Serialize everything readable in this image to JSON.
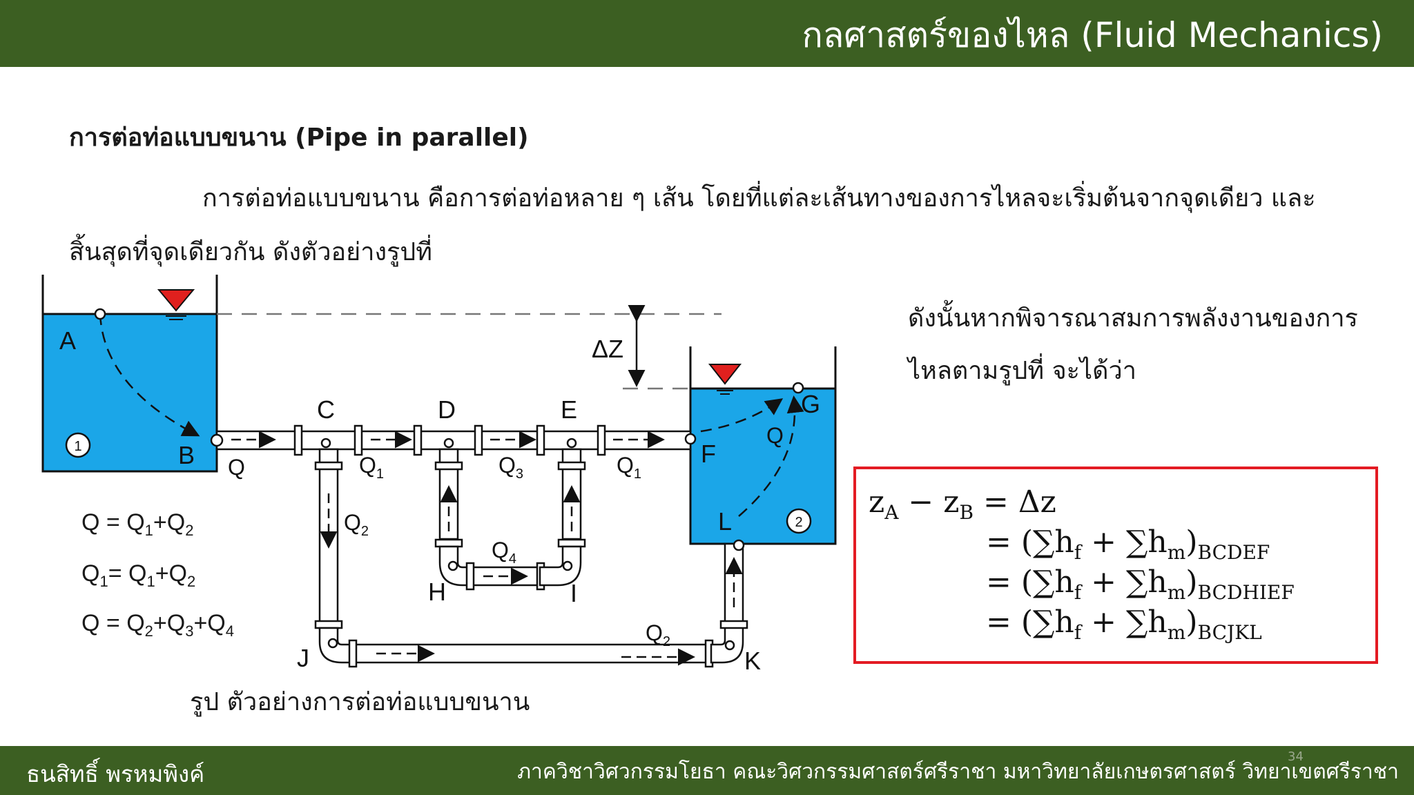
{
  "header": {
    "title": "กลศาสตร์ของไหล (Fluid Mechanics)"
  },
  "section": {
    "heading": "การต่อท่อแบบขนาน (Pipe in parallel)",
    "para_line1": "การต่อท่อแบบขนาน คือการต่อท่อหลาย ๆ เส้น โดยที่แต่ละเส้นทางของการไหลจะเริ่มต้นจากจุดเดียว และ",
    "para_line2": "สิ้นสุดที่จุดเดียวกัน ดังตัวอย่างรูปที่",
    "side_line1": "ดังนั้นหากพิจารณาสมการพลังงานของการ",
    "side_line2": "ไหลตามรูปที่ จะได้ว่า"
  },
  "diagram": {
    "points": {
      "A": "A",
      "B": "B",
      "C": "C",
      "D": "D",
      "E": "E",
      "F": "F",
      "G": "G",
      "H": "H",
      "I": "I",
      "J": "J",
      "K": "K",
      "L": "L"
    },
    "tank1": "1",
    "tank2": "2",
    "delta_z": "ΔZ",
    "flows": {
      "q": "Q",
      "q1_left": {
        "main": "Q",
        "sub": "1"
      },
      "q3": {
        "main": "Q",
        "sub": "3"
      },
      "q1_right": {
        "main": "Q",
        "sub": "1"
      },
      "q2_down": {
        "main": "Q",
        "sub": "2"
      },
      "q4": {
        "main": "Q",
        "sub": "4"
      },
      "q2_bottom": {
        "main": "Q",
        "sub": "2"
      },
      "q_tank2": "Q"
    },
    "colors": {
      "water": "#1ba6e8",
      "triangle": "#e0201e",
      "frame": "#111111"
    }
  },
  "equations": {
    "eq1": {
      "a": "Q = Q",
      "a_sub": "1",
      "b": "+Q",
      "b_sub": "2"
    },
    "eq2": {
      "a": "Q",
      "a_sub": "1",
      "b": "= Q",
      "b_sub": "1",
      "c": "+Q",
      "c_sub": "2"
    },
    "eq3": {
      "a": "Q = Q",
      "a_sub": "2",
      "b": "+Q",
      "b_sub": "3",
      "c": "+Q",
      "c_sub": "4"
    }
  },
  "caption": "รูป ตัวอย่างการต่อท่อแบบขนาน",
  "boxed": {
    "line1": {
      "z1": "z",
      "z1_sub": "A",
      "mid": " − z",
      "z2_sub": "B",
      "rhs": " = Δz"
    },
    "line2": {
      "text": "= (∑h",
      "f": "f",
      "mid": " + ∑h",
      "m": "m",
      "close": ")",
      "path": "BCDEF"
    },
    "line3": {
      "text": "= (∑h",
      "f": "f",
      "mid": " + ∑h",
      "m": "m",
      "close": ")",
      "path": "BCDHIEF"
    },
    "line4": {
      "text": "= (∑h",
      "f": "f",
      "mid": " + ∑h",
      "m": "m",
      "close": ")",
      "path": "BCJKL"
    }
  },
  "footer": {
    "author": "ธนสิทธิ์ พรหมพิงค์",
    "department": "ภาควิชาวิศวกรรมโยธา คณะวิศวกรรมศาสตร์ศรีราชา มหาวิทยาลัยเกษตรศาสตร์ วิทยาเขตศรีราชา",
    "page": "34"
  }
}
